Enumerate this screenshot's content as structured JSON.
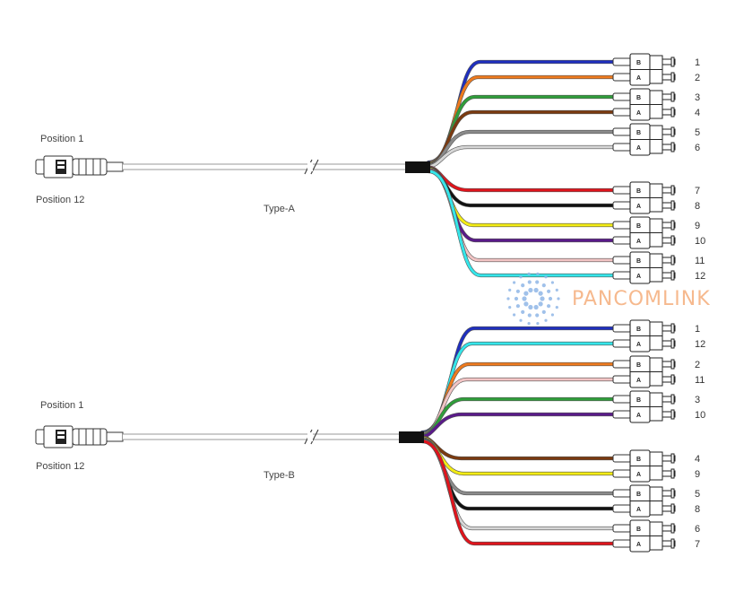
{
  "colors": {
    "blue": "#1f2fbf",
    "orange": "#ee7a1e",
    "green": "#2f9e3a",
    "brown": "#7b3a10",
    "slate": "#8a8a8a",
    "white": "#d6d6d6",
    "red": "#e0141c",
    "black": "#111111",
    "yellow": "#f3ec14",
    "violet": "#5a1a8a",
    "rose": "#f2c4c4",
    "aqua": "#35e6ea",
    "cable": "#9a9a9a",
    "watermark": "#f6b98e",
    "watermark_rays": "#8fb6e6"
  },
  "diagrams": [
    {
      "type_label": "Type-A",
      "position_top_label": "Position 1",
      "position_bottom_label": "Position 12",
      "fibers": [
        {
          "color": "blue",
          "label": "1"
        },
        {
          "color": "orange",
          "label": "2"
        },
        {
          "color": "green",
          "label": "3"
        },
        {
          "color": "brown",
          "label": "4"
        },
        {
          "color": "slate",
          "label": "5"
        },
        {
          "color": "white",
          "label": "6"
        },
        {
          "color": "red",
          "label": "7"
        },
        {
          "color": "black",
          "label": "8"
        },
        {
          "color": "yellow",
          "label": "9"
        },
        {
          "color": "violet",
          "label": "10"
        },
        {
          "color": "rose",
          "label": "11"
        },
        {
          "color": "aqua",
          "label": "12"
        }
      ]
    },
    {
      "type_label": "Type-B",
      "position_top_label": "Position 1",
      "position_bottom_label": "Position 12",
      "fibers": [
        {
          "color": "blue",
          "label": "1"
        },
        {
          "color": "aqua",
          "label": "12"
        },
        {
          "color": "orange",
          "label": "2"
        },
        {
          "color": "rose",
          "label": "11"
        },
        {
          "color": "green",
          "label": "3"
        },
        {
          "color": "violet",
          "label": "10"
        },
        {
          "color": "brown",
          "label": "4"
        },
        {
          "color": "yellow",
          "label": "9"
        },
        {
          "color": "slate",
          "label": "5"
        },
        {
          "color": "black",
          "label": "8"
        },
        {
          "color": "white",
          "label": "6"
        },
        {
          "color": "red",
          "label": "7"
        }
      ]
    }
  ],
  "connector_port_labels": [
    "B",
    "A"
  ],
  "watermark_text": "PANCOMLINK"
}
